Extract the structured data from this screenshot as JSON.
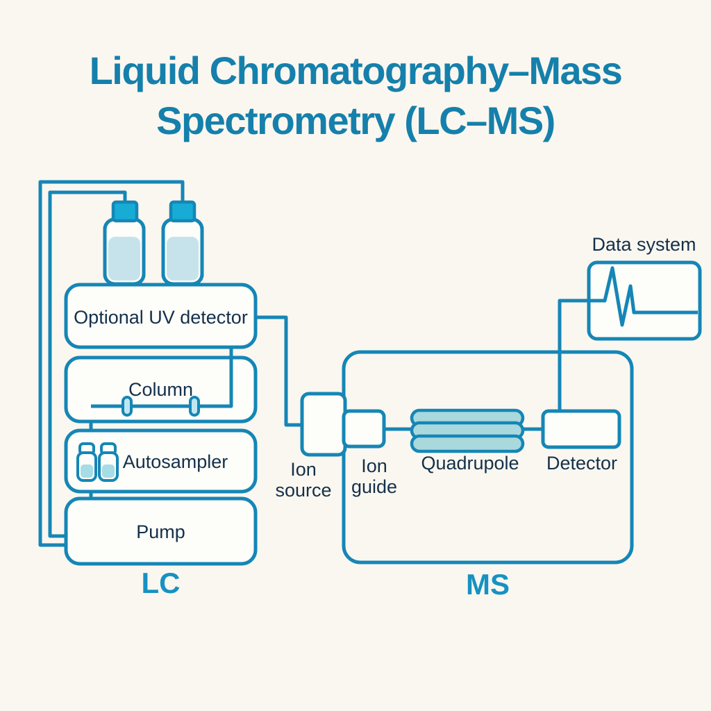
{
  "title": {
    "line1": "Liquid Chromatography–Mass",
    "line2": "Spectrometry (LC–MS)"
  },
  "lc": {
    "section_label": "LC",
    "solvent_bottle_count": 2,
    "components": [
      {
        "id": "optional-uv-detector",
        "label": "Optional UV detector"
      },
      {
        "id": "column",
        "label": "Column"
      },
      {
        "id": "autosampler",
        "label": "Autosampler",
        "vial_count": 2
      },
      {
        "id": "pump",
        "label": "Pump"
      }
    ]
  },
  "ms": {
    "section_label": "MS",
    "ion_source_label": "Ion source",
    "ion_guide_label": "Ion guide",
    "quadrupole_label": "Quadrupole",
    "quadrupole_rod_count": 3,
    "detector_label": "Detector"
  },
  "data_system": {
    "label": "Data system",
    "icon": "chromatogram-waveform-icon"
  },
  "colors": {
    "background": "#FAF7F0",
    "diagram_stroke": "#1586B6",
    "bottle_cap": "#16ACD6",
    "bottle_liquid": "#C6E3EB",
    "vial_liquid": "#A6DCE6",
    "fitting_fill": "#BFE7F2",
    "quadrupole_fill": "#A9D8DD",
    "box_fill": "#FDFDF9",
    "title_text": "#1580AB",
    "section_label_text": "#1592C2",
    "component_label_text": "#14304A"
  }
}
